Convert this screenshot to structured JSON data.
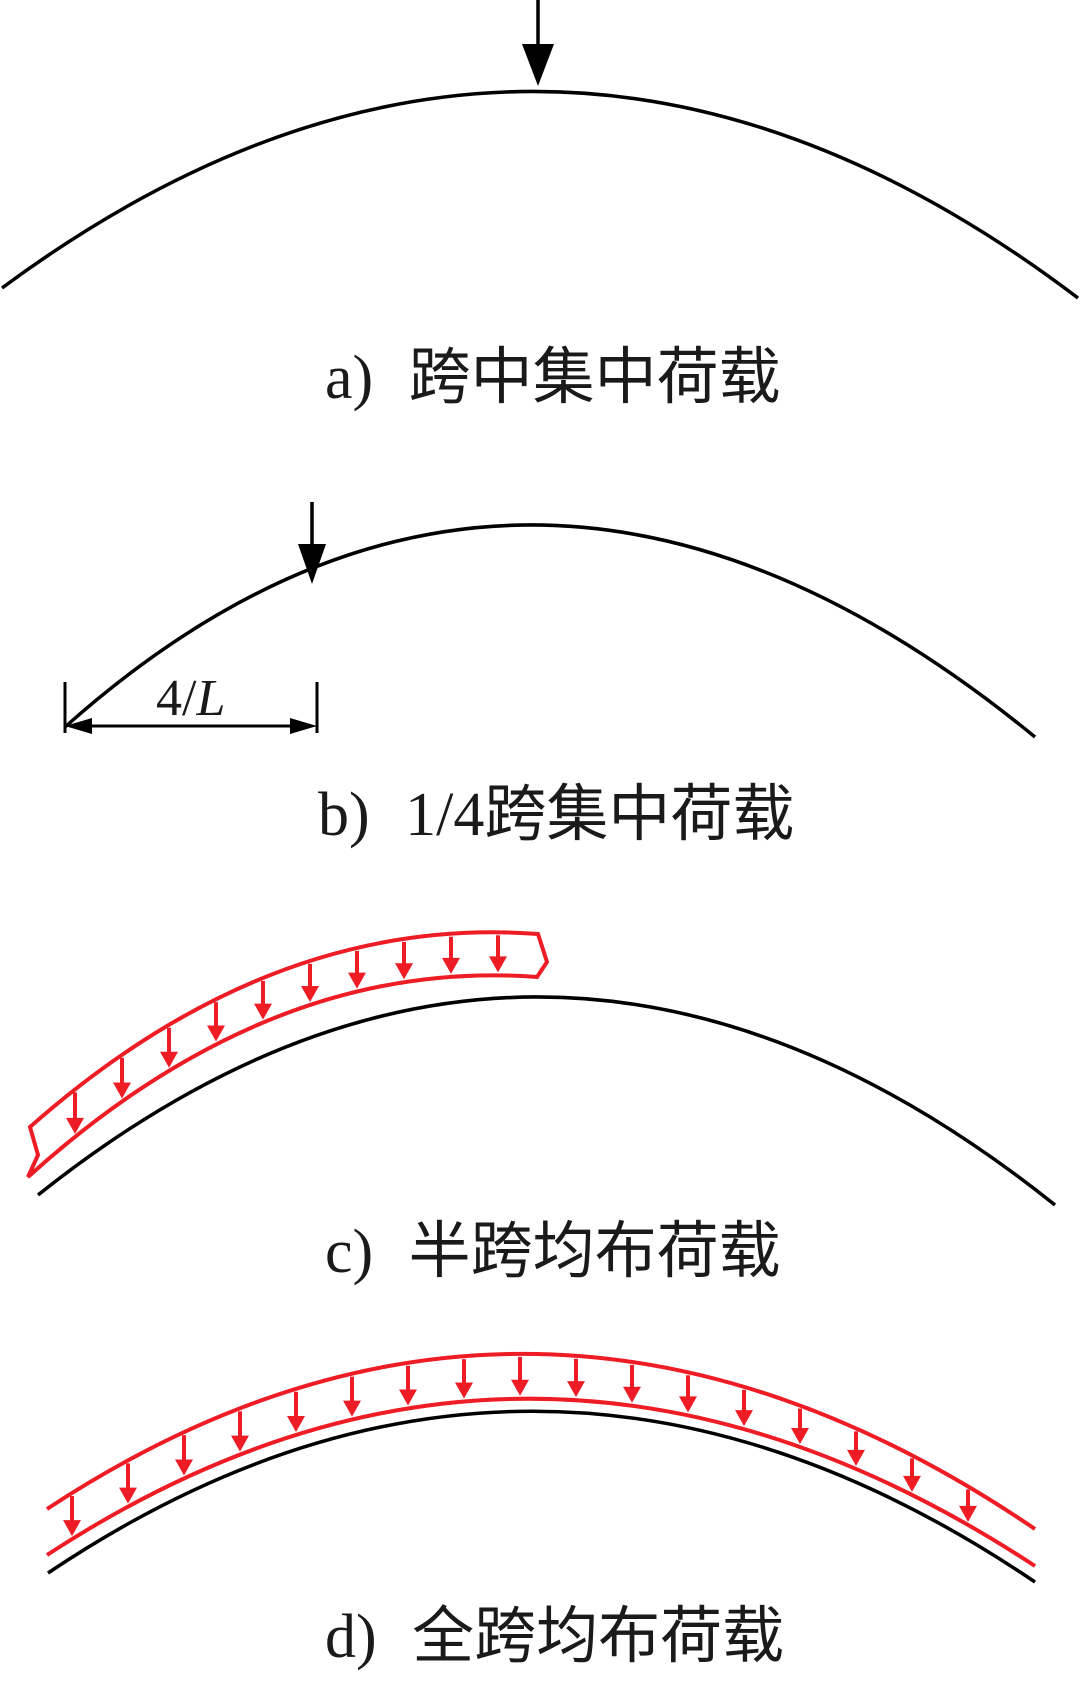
{
  "panels": [
    {
      "id": "a",
      "label": "a)",
      "caption": "跨中集中荷载"
    },
    {
      "id": "b",
      "label": "b)",
      "caption": "1/4跨集中荷载"
    },
    {
      "id": "c",
      "label": "c)",
      "caption": "半跨均布荷载"
    },
    {
      "id": "d",
      "label": "d)",
      "caption": "全跨均布荷载"
    }
  ],
  "dimension": {
    "num": "4/",
    "var": "L"
  },
  "colors": {
    "arch": "#000000",
    "load": "#ee1c25",
    "text": "#1a1a1a"
  }
}
